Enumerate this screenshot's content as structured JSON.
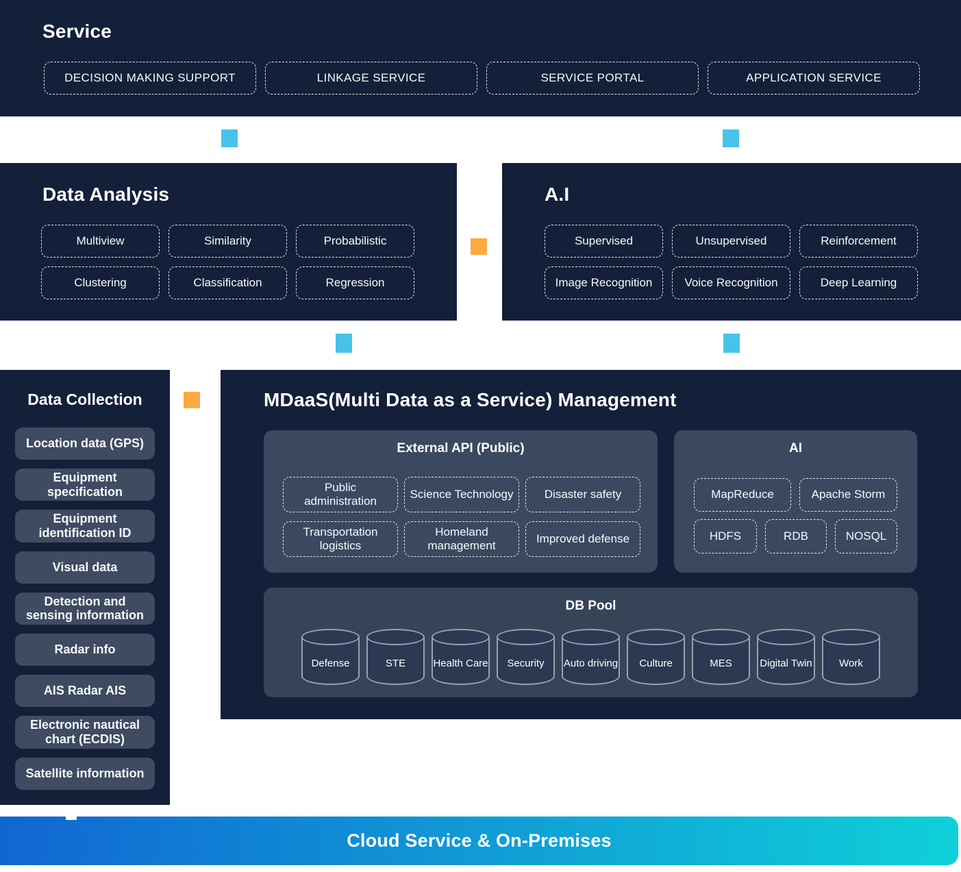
{
  "colors": {
    "panel_bg": "#142039",
    "subpanel_bg": "#3b4960",
    "pill_bg": "#3e4b61",
    "cylinder_bg": "#2c3952",
    "connector_cyan": "#47c3e9",
    "connector_orange": "#fda942",
    "bottom_gradient_left": "#1166d2",
    "bottom_gradient_right": "#0fd0d9"
  },
  "service": {
    "title": "Service",
    "items": [
      "DECISION MAKING SUPPORT",
      "LINKAGE SERVICE",
      "SERVICE PORTAL",
      "APPLICATION SERVICE"
    ]
  },
  "data_analysis": {
    "title": "Data Analysis",
    "items": [
      "Multiview",
      "Similarity",
      "Probabilistic",
      "Clustering",
      "Classification",
      "Regression"
    ]
  },
  "ai_top": {
    "title": "A.I",
    "items": [
      "Supervised",
      "Unsupervised",
      "Reinforcement",
      "Image Recognition",
      "Voice Recognition",
      "Deep Learning"
    ]
  },
  "data_collection": {
    "title": "Data Collection",
    "items": [
      "Location data (GPS)",
      "Equipment specification",
      "Equipment identification ID",
      "Visual data",
      "Detection and sensing information",
      "Radar info",
      "AIS Radar AIS",
      "Electronic nautical chart (ECDIS)",
      "Satellite information"
    ]
  },
  "mdaas": {
    "title": "MDaaS(Multi Data as a Service) Management",
    "external_api": {
      "title": "External API (Public)",
      "items": [
        "Public administration",
        "Science Technology",
        "Disaster safety",
        "Transportation logistics",
        "Homeland management",
        "Improved defense"
      ]
    },
    "ai": {
      "title": "AI",
      "items": [
        "MapReduce",
        "Apache Storm",
        "HDFS",
        "RDB",
        "NOSQL"
      ]
    },
    "db_pool": {
      "title": "DB Pool",
      "items": [
        "Defense",
        "STE",
        "Health Care",
        "Security",
        "Auto driving",
        "Culture",
        "MES",
        "Digital Twin",
        "Work"
      ]
    }
  },
  "bottom_bar": {
    "title": "Cloud Service & On-Premises"
  }
}
